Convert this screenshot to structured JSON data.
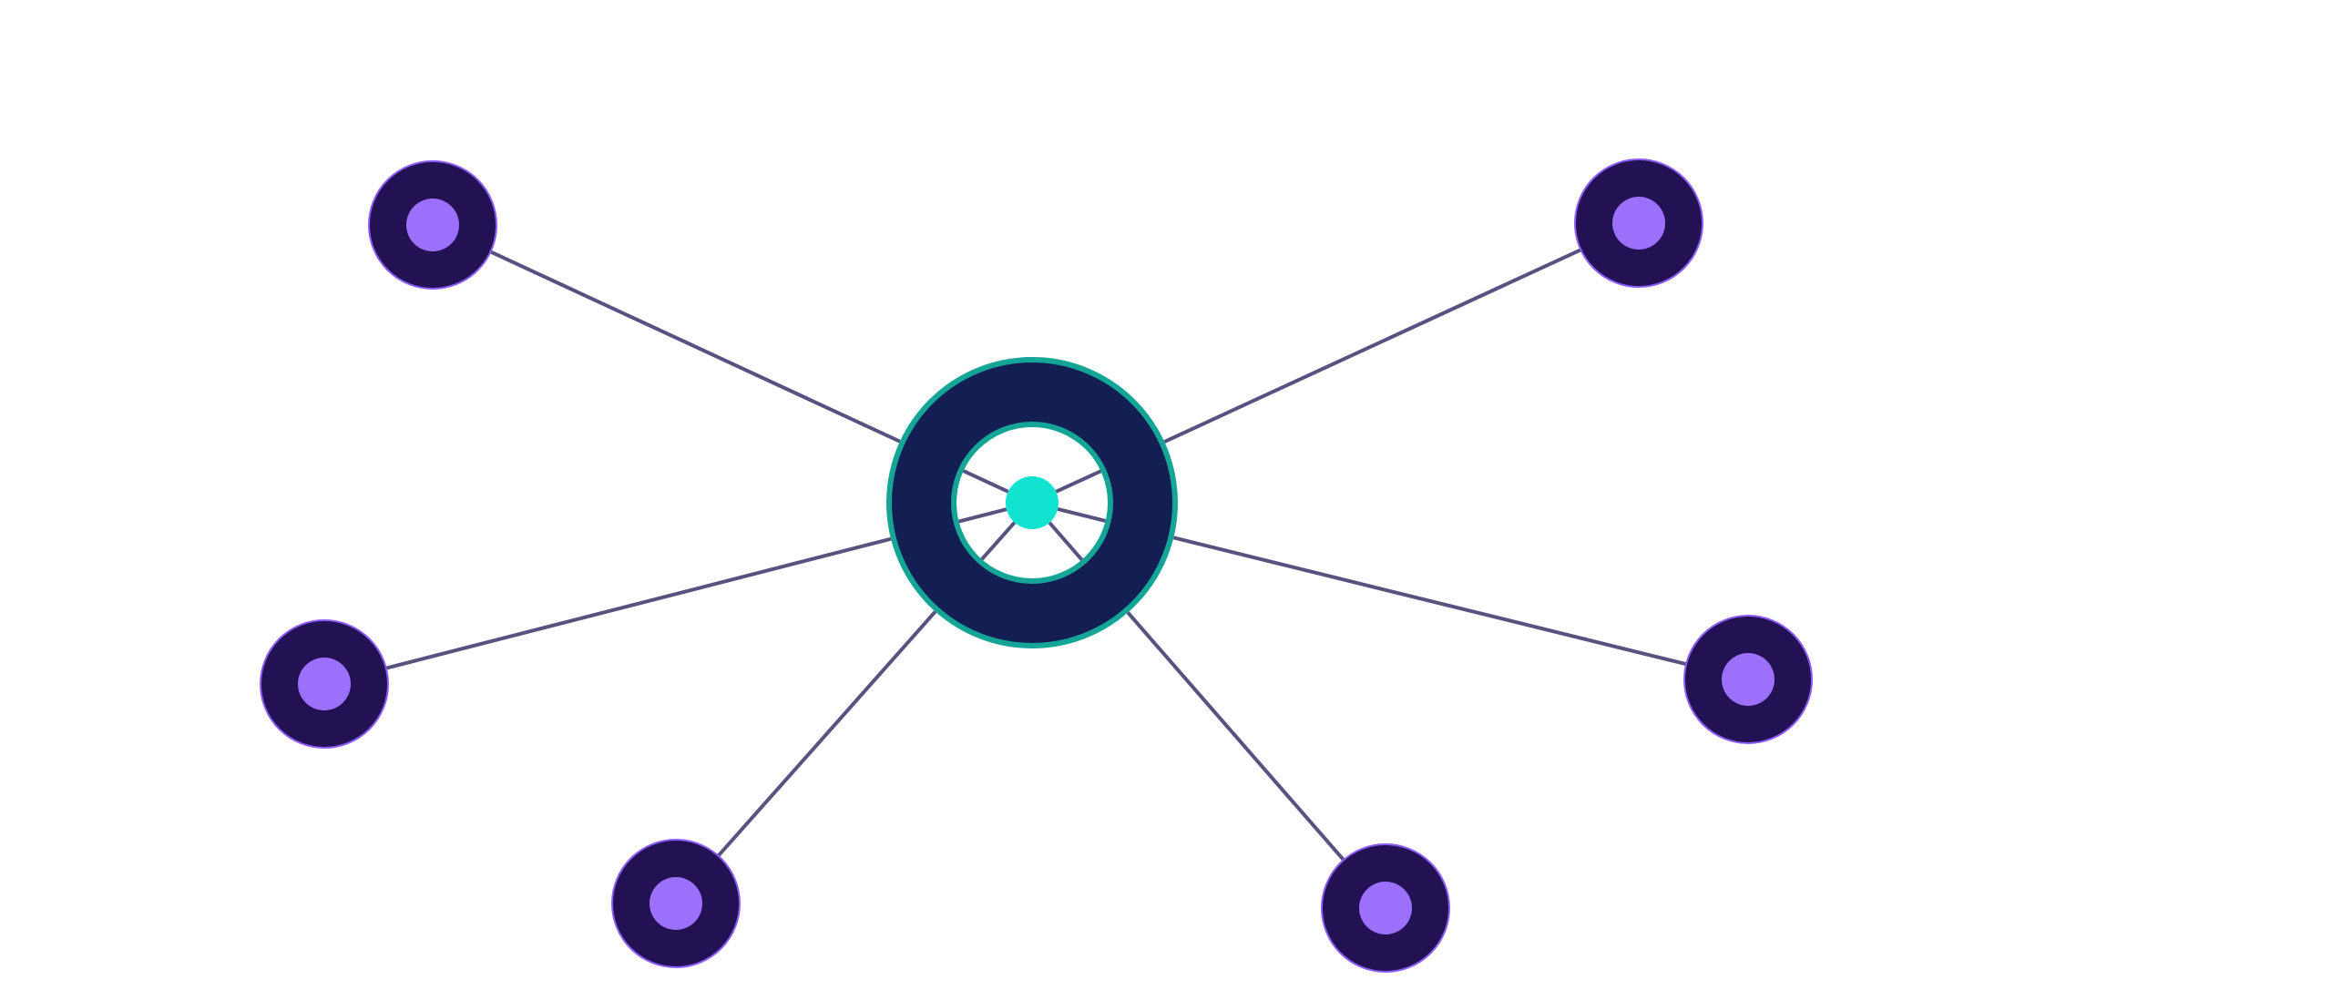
{
  "diagram": {
    "type": "hub-and-spoke network",
    "hub": {
      "icon": "hub-node-icon",
      "ring_fill": "#131f52",
      "ring_stroke": "#15a596",
      "inner_fill": "#ffffff",
      "core_fill": "#10e3cf"
    },
    "satellites": [
      {
        "id": "top-left"
      },
      {
        "id": "top-right"
      },
      {
        "id": "middle-left"
      },
      {
        "id": "middle-right"
      },
      {
        "id": "bottom-left"
      },
      {
        "id": "bottom-right"
      }
    ],
    "satellite_style": {
      "outer_fill": "#221153",
      "outer_stroke": "#8b5cf6",
      "inner_fill": "#9d70fb"
    },
    "connector_color": "#57527f"
  }
}
